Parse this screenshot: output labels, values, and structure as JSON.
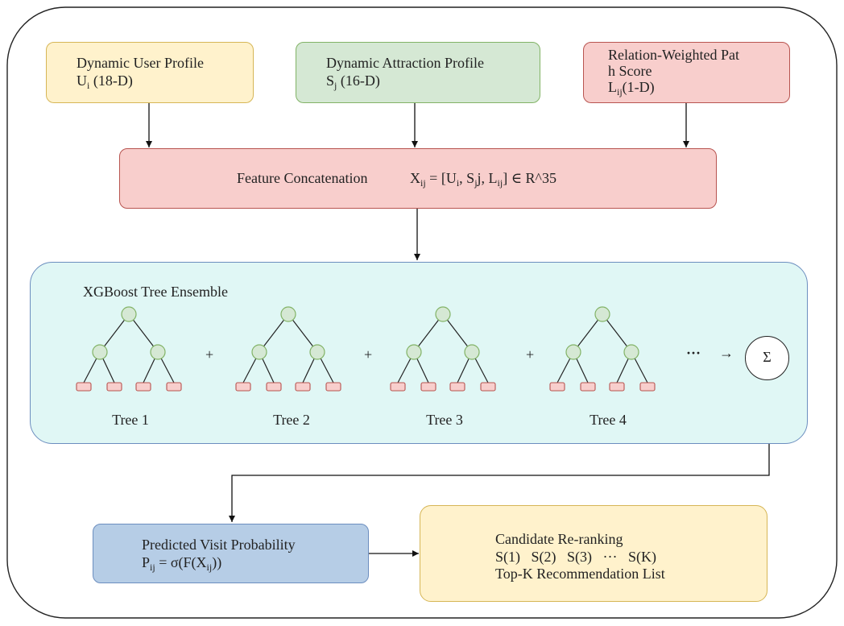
{
  "inputs": {
    "user_profile": {
      "title": "Dynamic User Profile",
      "sym": "U",
      "sym_sub": "i",
      "dim": "(18-D)"
    },
    "attraction_profile": {
      "title": "Dynamic Attraction Profile",
      "sym": "S",
      "sym_sub": "j",
      "dim": "(16-D)"
    },
    "path_score": {
      "line1": "Relation-Weighted Pat",
      "line2": "h Score",
      "sym": "L",
      "sym_sub": "ij",
      "dim": "(1-D)"
    }
  },
  "concat": {
    "label": "Feature Concatenation",
    "x_sym": "X",
    "x_sub": "ij",
    "eq_open": "= [U",
    "u_sub": "i",
    "s_part": ", S",
    "s_sub": "j",
    "s_after": "j, L",
    "l_sub": "ij",
    "eq_close": "] ∈ R^35"
  },
  "ensemble": {
    "title": "XGBoost Tree Ensemble",
    "trees": [
      "Tree 1",
      "Tree 2",
      "Tree 3",
      "Tree 4"
    ],
    "plus": "+",
    "ellipsis": "···",
    "arrow": "→",
    "sum_symbol": "Σ"
  },
  "prediction": {
    "title": "Predicted Visit Probability",
    "p_sym": "P",
    "p_sub": "ij",
    "formula_mid": " = σ(F(X",
    "x_sub": "ij",
    "formula_end": "))"
  },
  "rerank": {
    "title": "Candidate Re-ranking",
    "sequence": "S(1)   S(2)   S(3)   ···   S(K)",
    "footer": "Top-K Recommendation List"
  },
  "colors": {
    "yellow_fill": "#fff2cc",
    "yellow_border": "#d6b656",
    "green_fill": "#d5e8d4",
    "green_border": "#82b366",
    "red_fill": "#f8cecc",
    "red_border": "#b85450",
    "cyan_fill": "#e0f7f5",
    "cyan_border": "#6c8ebf",
    "blue_fill": "#b6cde6",
    "blue_border": "#6c8ebf",
    "node_fill": "#d5e8d4",
    "node_border": "#82b366",
    "leaf_fill": "#f8cecc",
    "leaf_border": "#b85450"
  }
}
